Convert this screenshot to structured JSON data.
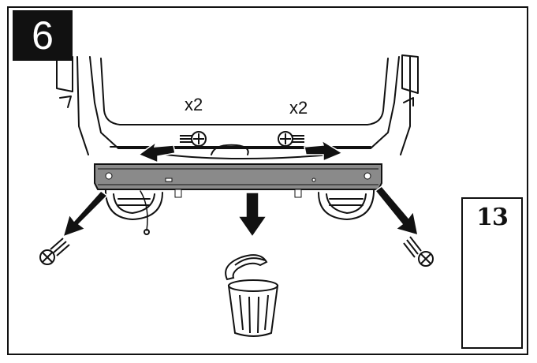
{
  "step": {
    "number": "6"
  },
  "quantities": {
    "left": "x2",
    "right": "x2"
  },
  "tool": {
    "size": "13",
    "icons": [
      "ratchet-wrench-icon",
      "socket-icon"
    ]
  },
  "icons": [
    "bolt-icon",
    "arrow-icon",
    "trash-can-icon",
    "bumper-beam-icon",
    "vehicle-rear-icon"
  ],
  "colors": {
    "ink": "#111111",
    "beam": "#8a8a8a",
    "paper": "#ffffff"
  }
}
